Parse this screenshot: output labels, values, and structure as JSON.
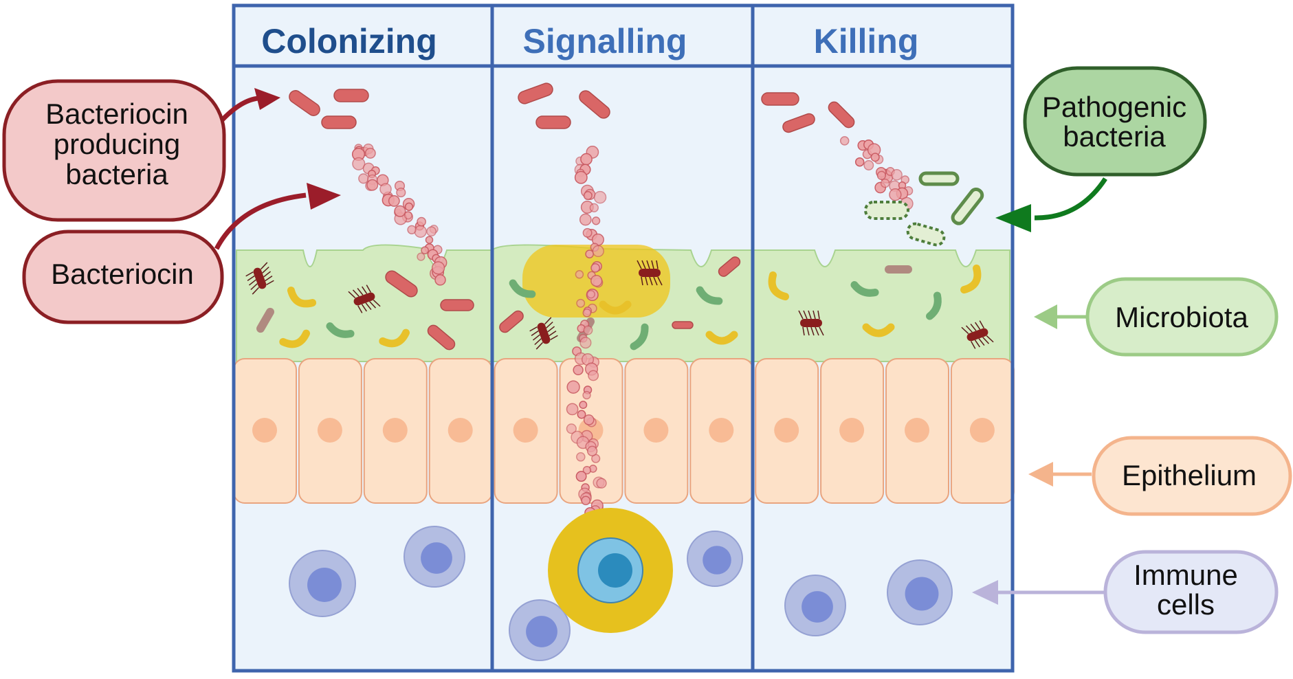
{
  "panels": [
    {
      "title": "Colonizing"
    },
    {
      "title": "Signalling"
    },
    {
      "title": "Killing"
    }
  ],
  "callouts": {
    "producers": {
      "lines": [
        "Bacteriocin",
        "producing",
        "bacteria"
      ]
    },
    "bacteriocin": {
      "lines": [
        "Bacteriocin"
      ]
    },
    "pathogenic": {
      "lines": [
        "Pathogenic",
        "bacteria"
      ]
    },
    "microbiota": {
      "lines": [
        "Microbiota"
      ]
    },
    "epithelium": {
      "lines": [
        "Epithelium"
      ]
    },
    "immune": {
      "lines": [
        "Immune",
        "cells"
      ]
    }
  },
  "colors": {
    "frame": "#3e64ad",
    "title_colonizing": "#1f4e8c",
    "title_other": "#3e6fb8",
    "panel_bg": "#ebf3fb",
    "mucus": "#d4ebc0",
    "epithelial_cell": "#fde1c8",
    "nucleus": "#f8bb95",
    "immune_cell": "#b3bde2",
    "immune_nucleus": "#7b8dd6",
    "bacteriocin_box": "#f3c9c9",
    "bacteriocin_border": "#8b1f24",
    "pathogen_box": "#acd6a2",
    "pathogen_border": "#2f5f2a",
    "microbiota_box": "#d7edc9",
    "epithelium_box": "#fde5d0",
    "immune_box": "#e4e8f7",
    "signal_yellow": "#f0c51a"
  }
}
